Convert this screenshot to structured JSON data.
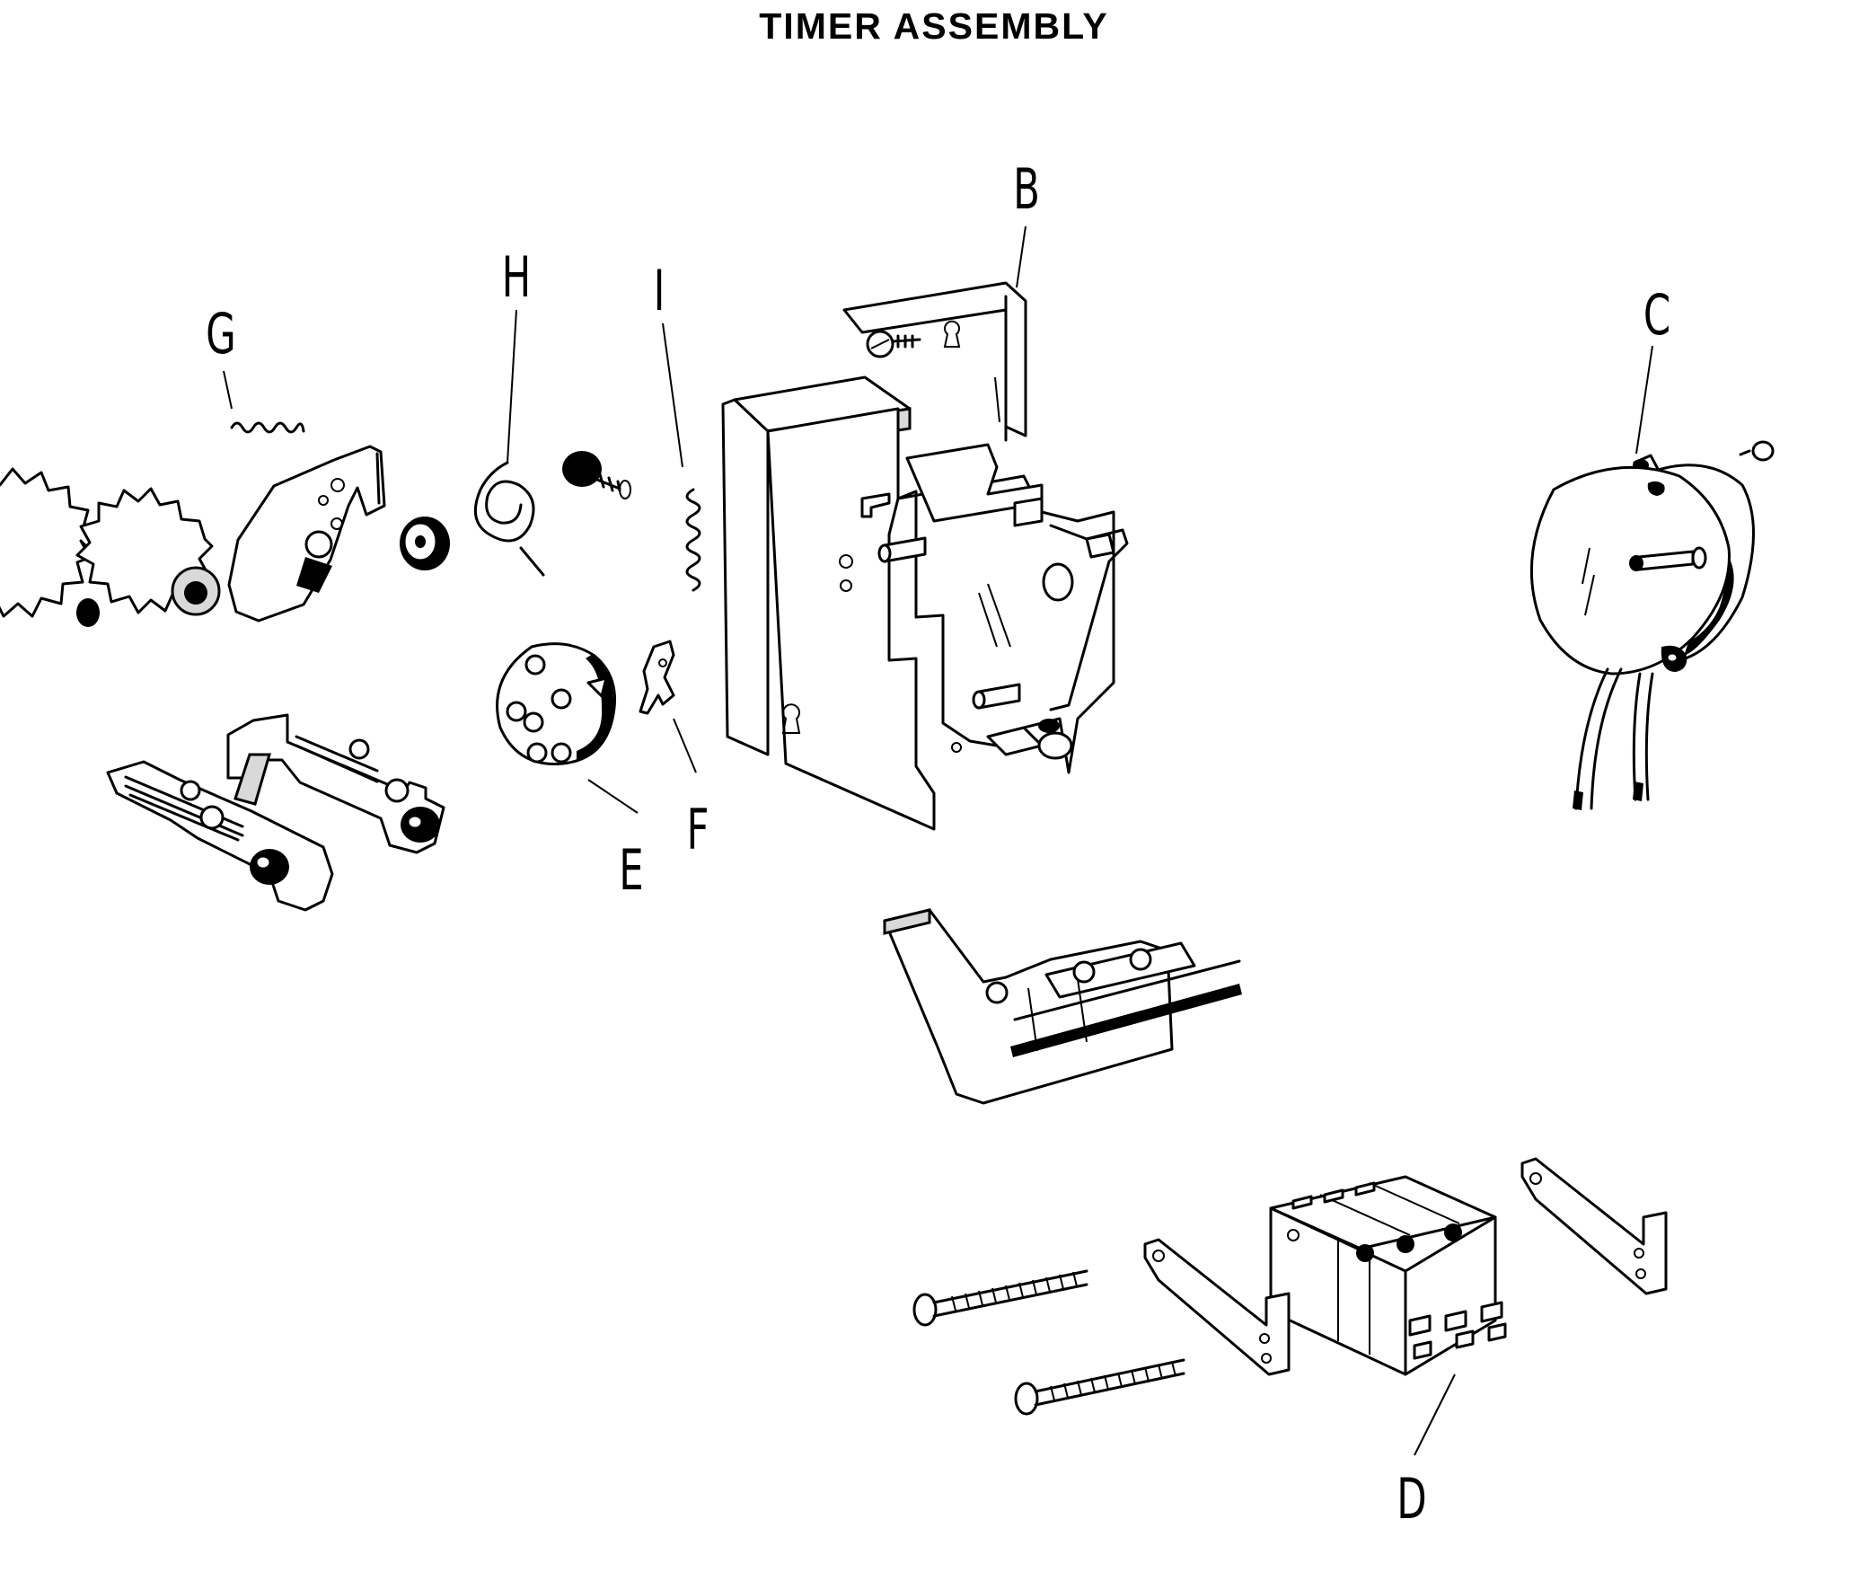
{
  "title": "TIMER ASSEMBLY",
  "callouts": {
    "b": "B",
    "c": "C",
    "d": "D",
    "e": "E",
    "f": "F",
    "g": "G",
    "h": "H",
    "i": "I"
  }
}
